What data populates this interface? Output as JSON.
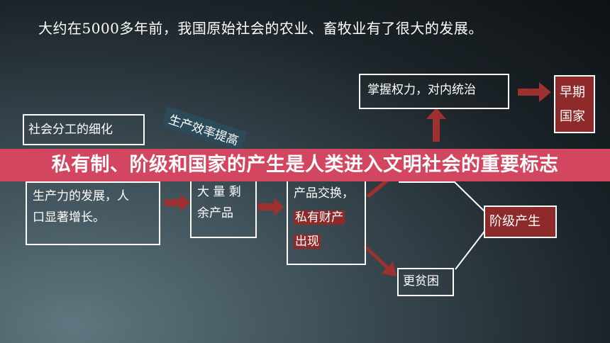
{
  "intro": "大约在5000多年前，我国原始社会的农业、畜牧业有了很大的发展。",
  "boxes": {
    "division": "社会分工的细化",
    "productivity_1": "生产力的发展，人",
    "productivity_2": "口显著增长。",
    "surplus_1": "大 量 剩",
    "surplus_2": "余产品",
    "exchange_1": "产品交换，",
    "exchange_2": "私有财产",
    "exchange_3": "出现",
    "power": "掌握权力，对内统治",
    "early_state_1": "早期",
    "early_state_2": "国家",
    "class": "阶级产生",
    "poor": "更贫困"
  },
  "tag": "生产效率提高",
  "banner": "私有制、阶级和国家的产生是人类进入文明社会的重要标志",
  "colors": {
    "accent": "#8e2a2a",
    "banner": "#d24660",
    "tag": "#2b4a5a"
  }
}
